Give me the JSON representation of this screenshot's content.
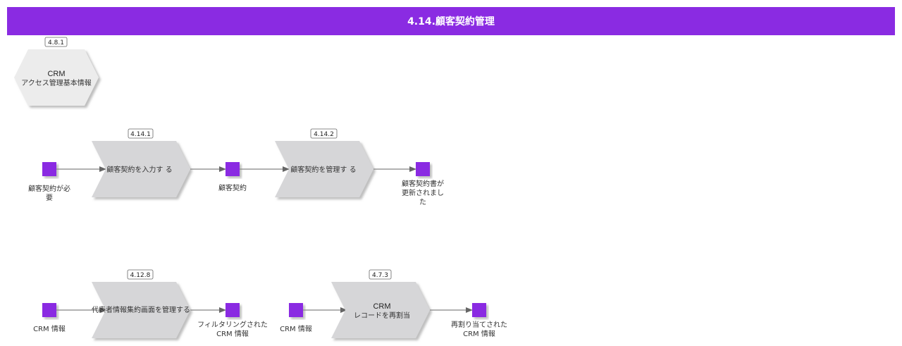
{
  "diagram": {
    "title": "4.14.顧客契約管理",
    "accent_color": "#8a2be2",
    "shape_fill": "#d6d6d8",
    "interface": {
      "tag": "4.8.1",
      "line1": "CRM",
      "line2": "アクセス管理基本情報"
    },
    "row1": {
      "event_start": {
        "line1": "顧客契約が必",
        "line2": "要"
      },
      "func1": {
        "tag": "4.14.1",
        "label": "顧客契約を入力す る"
      },
      "event_mid": {
        "line1": "顧客契約"
      },
      "func2": {
        "tag": "4.14.2",
        "label": "顧客契約を管理す る"
      },
      "event_end": {
        "line1": "顧客契約書が",
        "line2": "更新されまし",
        "line3": "た"
      }
    },
    "row2": {
      "event_a": {
        "line1": "CRM 情報"
      },
      "func_a": {
        "tag": "4.12.8",
        "label": "代表者情報集約画面を管理する"
      },
      "event_b": {
        "line1": "フィルタリングされた",
        "line2": "CRM 情報"
      },
      "event_c": {
        "line1": "CRM 情報"
      },
      "func_b": {
        "tag": "4.7.3",
        "line1": "CRM",
        "line2": "レコードを再割当"
      },
      "event_d": {
        "line1": "再割り当てされた",
        "line2": "CRM 情報"
      }
    }
  }
}
